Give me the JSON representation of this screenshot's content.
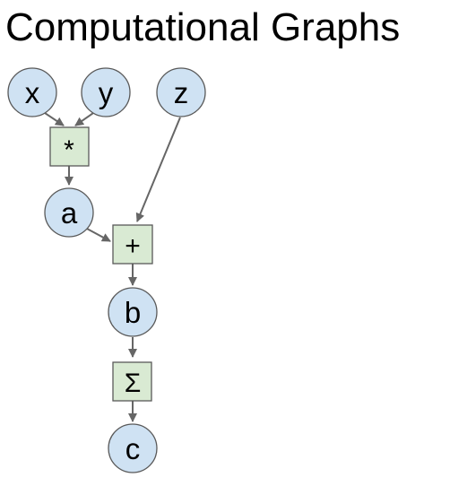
{
  "title": "Computational Graphs",
  "colors": {
    "variable_fill": "#cfe2f3",
    "operation_fill": "#d9ead3",
    "edge": "#666666",
    "outline": "#595959"
  },
  "nodes": {
    "x": {
      "label": "x",
      "kind": "variable"
    },
    "y": {
      "label": "y",
      "kind": "variable"
    },
    "z": {
      "label": "z",
      "kind": "variable"
    },
    "mul": {
      "label": "*",
      "kind": "operation"
    },
    "a": {
      "label": "a",
      "kind": "variable"
    },
    "add": {
      "label": "+",
      "kind": "operation"
    },
    "b": {
      "label": "b",
      "kind": "variable"
    },
    "sum": {
      "label": "Σ",
      "kind": "operation"
    },
    "c": {
      "label": "c",
      "kind": "variable"
    }
  },
  "edges": [
    {
      "from": "x",
      "to": "mul"
    },
    {
      "from": "y",
      "to": "mul"
    },
    {
      "from": "mul",
      "to": "a"
    },
    {
      "from": "a",
      "to": "add"
    },
    {
      "from": "z",
      "to": "add"
    },
    {
      "from": "add",
      "to": "b"
    },
    {
      "from": "b",
      "to": "sum"
    },
    {
      "from": "sum",
      "to": "c"
    }
  ]
}
